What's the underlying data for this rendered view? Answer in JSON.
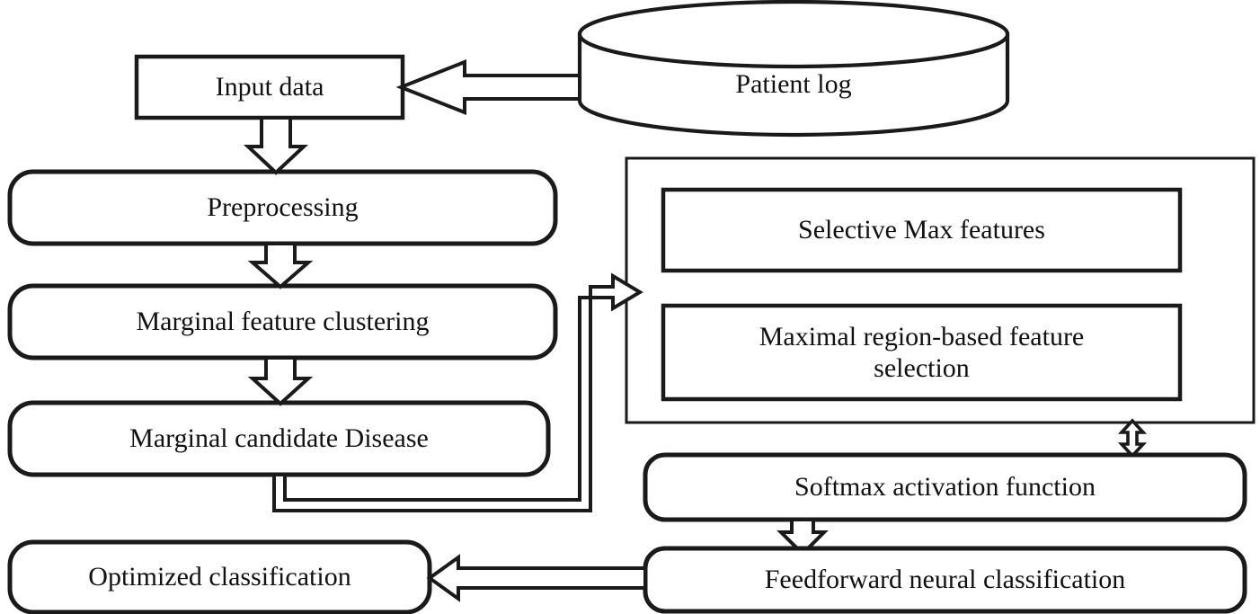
{
  "diagram": {
    "title": "Disease classification pipeline flowchart",
    "type": "flowchart",
    "stroke_color": "#1a1a1a",
    "fill_color": "#ffffff",
    "nodes": {
      "patient_log": {
        "label": "Patient log",
        "shape": "cylinder"
      },
      "input_data": {
        "label": "Input data",
        "shape": "rectangle"
      },
      "preprocessing": {
        "label": "Preprocessing",
        "shape": "rounded-rectangle"
      },
      "marginal_feature_clustering": {
        "label": "Marginal feature clustering",
        "shape": "rounded-rectangle"
      },
      "marginal_candidate_disease": {
        "label": "Marginal candidate Disease",
        "shape": "rounded-rectangle"
      },
      "feature_panel": {
        "label": "",
        "shape": "rectangle-container"
      },
      "selective_max_features": {
        "label": "Selective Max features",
        "shape": "rectangle"
      },
      "maximal_region_based_feature_selection": {
        "label": "Maximal region-based feature\nselection",
        "shape": "rectangle"
      },
      "softmax_activation_function": {
        "label": "Softmax activation function",
        "shape": "rounded-rectangle"
      },
      "feedforward_neural_classification": {
        "label": "Feedforward neural classification",
        "shape": "rounded-rectangle"
      },
      "optimized_classification": {
        "label": "Optimized classification",
        "shape": "rounded-rectangle"
      }
    },
    "edges": [
      {
        "from": "patient_log",
        "to": "input_data",
        "style": "hollow-block-arrow",
        "direction": "left"
      },
      {
        "from": "input_data",
        "to": "preprocessing",
        "style": "hollow-block-arrow",
        "direction": "down"
      },
      {
        "from": "preprocessing",
        "to": "marginal_feature_clustering",
        "style": "hollow-block-arrow",
        "direction": "down"
      },
      {
        "from": "marginal_feature_clustering",
        "to": "marginal_candidate_disease",
        "style": "hollow-block-arrow",
        "direction": "down"
      },
      {
        "from": "marginal_candidate_disease",
        "to": "feature_panel",
        "style": "hollow-elbow-arrow",
        "direction": "right"
      },
      {
        "from": "feature_panel",
        "to": "softmax_activation_function",
        "style": "hollow-double-arrow",
        "direction": "vertical"
      },
      {
        "from": "softmax_activation_function",
        "to": "feedforward_neural_classification",
        "style": "hollow-block-arrow",
        "direction": "down"
      },
      {
        "from": "feedforward_neural_classification",
        "to": "optimized_classification",
        "style": "hollow-block-arrow",
        "direction": "left"
      }
    ]
  }
}
